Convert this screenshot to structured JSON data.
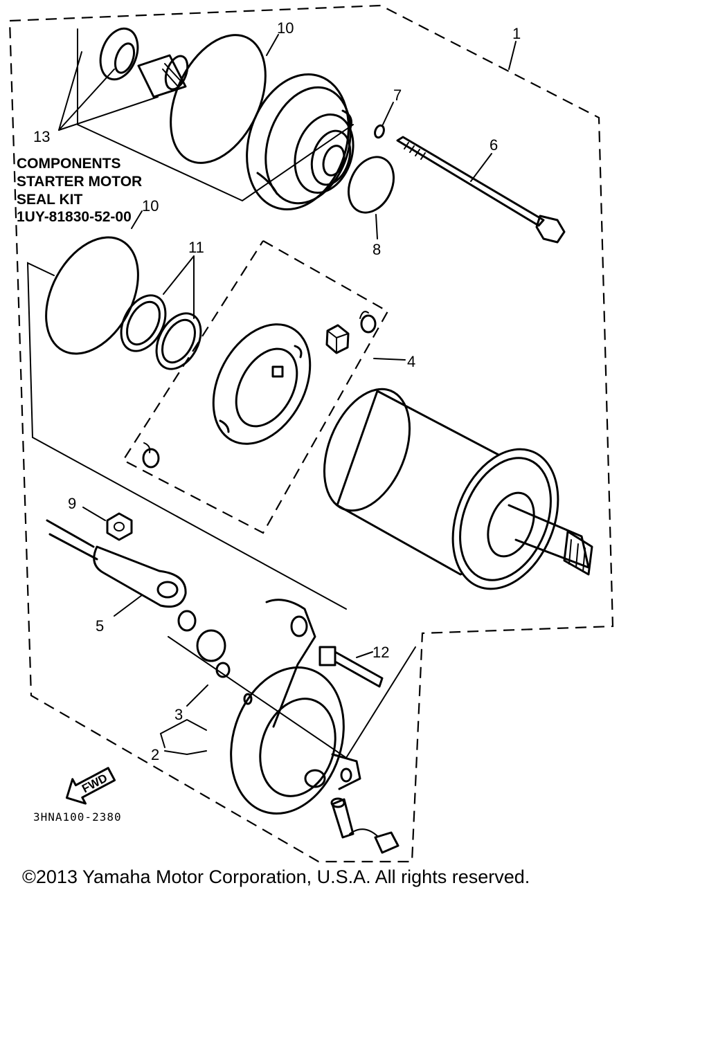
{
  "callouts": [
    "1",
    "2",
    "3",
    "4",
    "5",
    "6",
    "7",
    "8",
    "9",
    "10",
    "10",
    "11",
    "12",
    "13"
  ],
  "seal_kit": {
    "line1": "COMPONENTS",
    "line2": "STARTER MOTOR",
    "line3": "SEAL KIT",
    "part_number": "1UY-81830-52-00"
  },
  "fwd_label": "FWD",
  "diagram_code": "3HNA100-2380",
  "copyright": "©2013 Yamaha Motor Corporation, U.S.A. All rights reserved."
}
